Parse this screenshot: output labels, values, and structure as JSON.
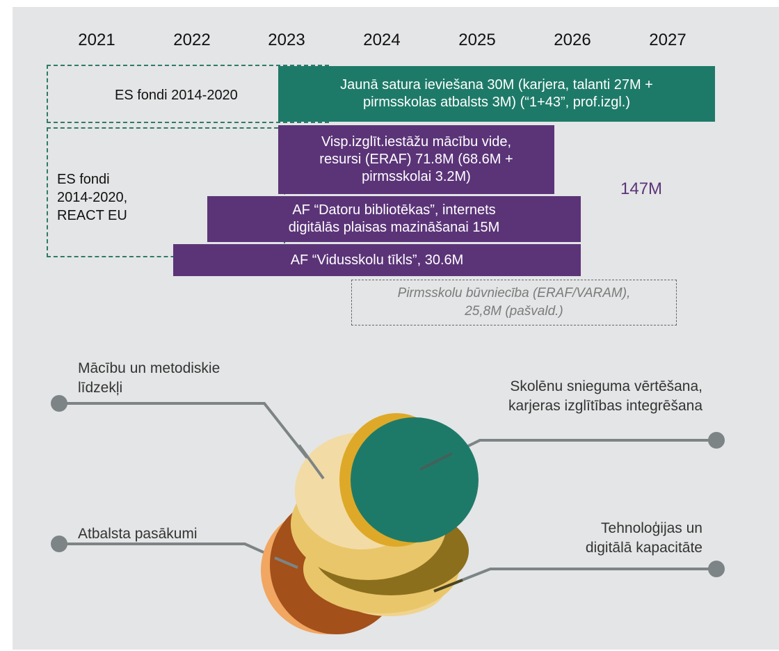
{
  "timeline": {
    "years": [
      "2021",
      "2022",
      "2023",
      "2024",
      "2025",
      "2026",
      "2027"
    ]
  },
  "groups": {
    "es_fondi": "ES fondi 2014-2020",
    "es_fondi_react": [
      "ES fondi",
      "2014-2020,",
      "REACT EU"
    ]
  },
  "bars": {
    "jauna_satura": [
      "Jaunā satura ieviešana 30M (karjera, talanti 27M +",
      "pirmsskolas atbalsts 3M) (“1+43”, prof.izgl.)"
    ],
    "macibu_vide": [
      "Visp.izglīt.iestāžu mācību vide,",
      "resursi (ERAF) 71.8M (68.6M +",
      "pirmsskolai 3.2M)"
    ],
    "datoru": [
      "AF “Datoru bibliotēkas”, internets",
      "digitālās plaisas mazināšanai 15M"
    ],
    "vidusskolu": "AF “Vidusskolu tīkls”, 30.6M"
  },
  "total": "147M",
  "future_box": [
    "Pirmsskolu būvniecība (ERAF/VARAM),",
    "25,8M (pašvald.)"
  ],
  "diagram_labels": {
    "macibu": [
      "Mācību un metodiskie",
      "līdzekļi"
    ],
    "skolenu": [
      "Skolēnu snieguma vērtēšana,",
      "karjeras izglītības integrēšana"
    ],
    "atbalsta": "Atbalsta pasākumi",
    "tehnologijas": [
      "Tehnoloģijas un",
      "digitālā kapacitāte"
    ]
  },
  "colors": {
    "green": "#1e7a68",
    "purple": "#5b3478",
    "background": "#e4e5e6"
  }
}
